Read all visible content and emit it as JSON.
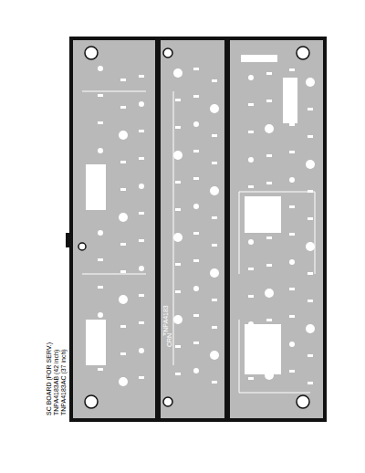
{
  "diagram": {
    "labels": [
      "SC BOARD (FOR SERV.)",
      "TNPA4183AB (42 inch)",
      "TNPA4183AC (37 inch)",
      "TNPA4183",
      "CRN"
    ]
  }
}
